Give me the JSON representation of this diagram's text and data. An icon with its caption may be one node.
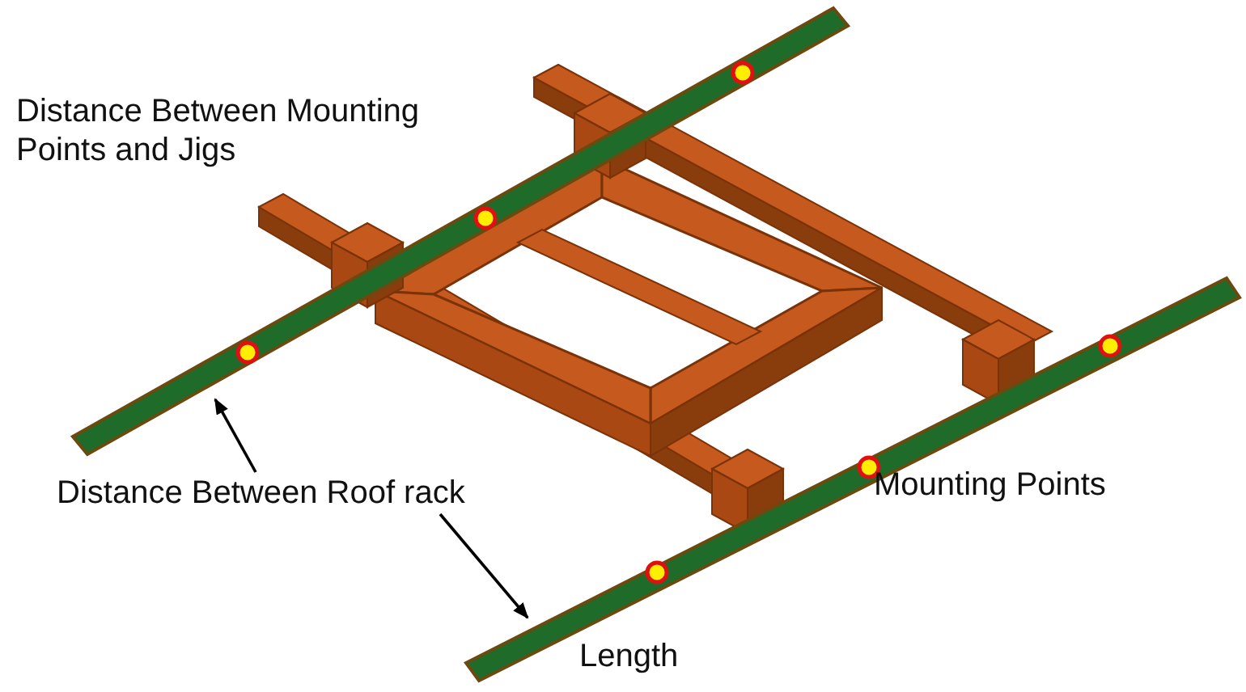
{
  "diagram": {
    "nodes": [
      {
        "text": [
          "Distance Between Roof rack"
        ]
      },
      {
        "text": [],
        "shape": "bar"
      },
      {
        "text": [],
        "shape": "bar"
      }
    ],
    "edges": [
      {
        "from": 0,
        "to": 1,
        "arrow": "to"
      },
      {
        "from": 0,
        "to": 2,
        "arrow": "to"
      }
    ],
    "labels": [
      "Distance Between Mounting Points and Jigs",
      "Mounting Points",
      "Length"
    ]
  }
}
